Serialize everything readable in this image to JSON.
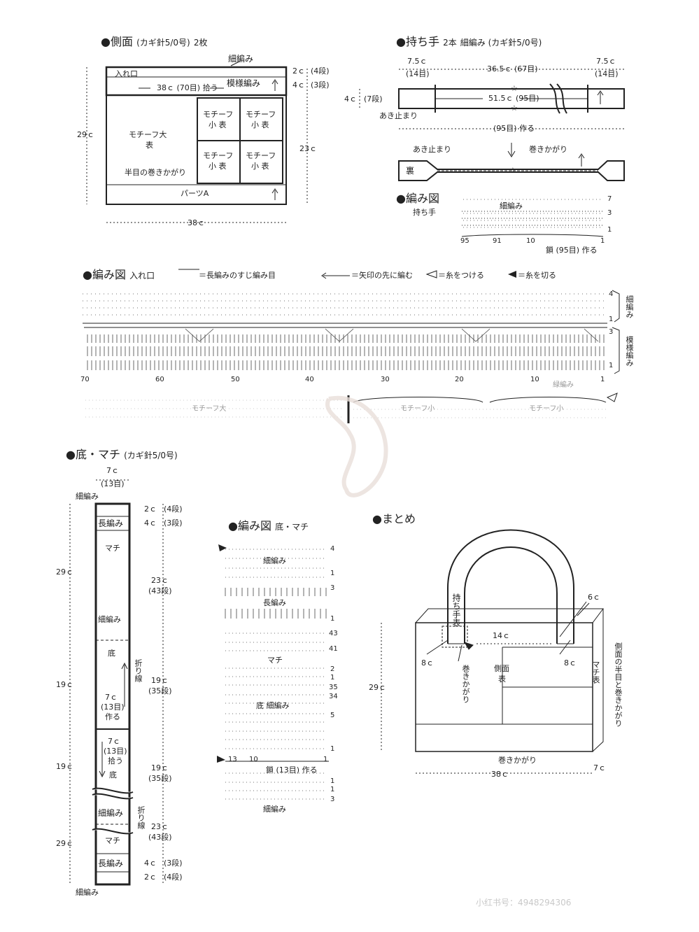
{
  "side": {
    "title": "●側面",
    "sub": "(カギ針5/0号)",
    "count": "2枚",
    "sc": "細編み",
    "opening": "入れ口",
    "pickup": "38ｃ (70目) 拾う",
    "pattern": "模様編み",
    "r2c": "2ｃ",
    "r2r": "(4段)",
    "r4c": "4ｃ",
    "r4r": "(3段)",
    "h29": "29ｃ",
    "h23": "23ｃ",
    "motif_big_1": "モチーフ大",
    "motif_big_2": "表",
    "motif_small_1": "モチーフ",
    "motif_small_2": "小 表",
    "half_whip": "半目の巻きかがり",
    "part_a": "パーツA",
    "w38": "38ｃ"
  },
  "handle": {
    "title": "●持ち手",
    "count": "2本",
    "sub": "細編み (カギ針5/0号)",
    "l75": "7.5ｃ",
    "l14": "(14目)",
    "mid": "36.5ｃ (67目)",
    "r75": "7.5ｃ",
    "r14": "(14目)",
    "h4": "4ｃ",
    "h7": "(7段)",
    "inner": "51.5ｃ (95目)",
    "star": "☆",
    "stop": "あき止まり",
    "total": "(95目) 作る",
    "stop2": "あき止まり",
    "whip": "巻きかがり",
    "back": "裏"
  },
  "handle_chart": {
    "title": "●編み図",
    "label": "持ち手",
    "sc": "細編み",
    "r7": "7",
    "r3": "3",
    "r1": "1",
    "n95": "95",
    "n91": "91",
    "n10": "10",
    "n1": "1",
    "chain": "鎖 (95目) 作る"
  },
  "opening_chart": {
    "title": "●編み図",
    "sub": "入れ口",
    "leg1": "＝長編みのすじ編み目",
    "leg2": "＝矢印の先に編む",
    "leg3": "＝糸をつける",
    "leg4": "＝糸を切る",
    "r4": "4",
    "r1a": "1",
    "r3": "3",
    "r1b": "1",
    "side1": "細編み",
    "side2": "模様編み",
    "nums": [
      "70",
      "60",
      "50",
      "40",
      "30",
      "20",
      "10",
      "1"
    ],
    "edge": "緑編み",
    "motif_big": "モチーフ大",
    "motif_small_a": "モチーフ小",
    "motif_small_b": "モチーフ小"
  },
  "bottom": {
    "title": "●底・マチ",
    "sub": "(カギ針5/0号)",
    "w7": "7ｃ",
    "w13": "(13目)",
    "sc_top": "細編み",
    "dc_top": "長編み",
    "gusset_top": "マチ",
    "sc_mid": "細編み",
    "base": "底",
    "fold": "折り線",
    "make1": "7ｃ",
    "make2": "(13目)",
    "make3": "作る",
    "pick1": "7ｃ",
    "pick2": "(13目)",
    "pick3": "拾う",
    "base2": "底",
    "sc_low": "細編み",
    "fold2": "折り線",
    "gusset_low": "マチ",
    "dc_low": "長編み",
    "sc_bot": "細編み",
    "d2c": "2ｃ",
    "d4r": "(4段)",
    "d4c": "4ｃ",
    "d3r": "(3段)",
    "d23c": "23ｃ",
    "d43r": "(43段)",
    "d19c": "19ｃ",
    "d35r": "(35段)",
    "d19c_b": "19ｃ",
    "d35r_b": "(35段)",
    "d23c_b": "23ｃ",
    "d43r_b": "(43段)",
    "d4c_b": "4ｃ",
    "d3r_b": "(3段)",
    "d2c_b": "2ｃ",
    "d4r_b": "(4段)",
    "l29": "29ｃ",
    "l19": "19ｃ",
    "l19b": "19ｃ",
    "l29b": "29ｃ"
  },
  "base_chart": {
    "title": "●編み図",
    "sub": "底・マチ",
    "sc1": "細編み",
    "dc": "長編み",
    "gusset": "マチ",
    "base_sc": "底 細編み",
    "chain": "鎖 (13目) 作る",
    "sc2": "細編み",
    "rows": [
      "4",
      "1",
      "3",
      "1",
      "43",
      "41",
      "2",
      "1",
      "35",
      "34",
      "5",
      "1",
      "1",
      "1",
      "3"
    ],
    "n13": "13",
    "n10": "10",
    "n1": "1"
  },
  "finish": {
    "title": "●まとめ",
    "handle": "持ち手表",
    "c6": "6ｃ",
    "c14": "14ｃ",
    "c8a": "8ｃ",
    "c8b": "8ｃ",
    "whip": "巻きかがり",
    "side": "側面",
    "side2": "表",
    "gusset": "マチ表",
    "half": "側面の半目と巻きかがり",
    "h29": "29ｃ",
    "whip2": "巻きかがり",
    "w38": "38ｃ",
    "d7": "7ｃ"
  },
  "watermark": "小红书号：4948294306"
}
